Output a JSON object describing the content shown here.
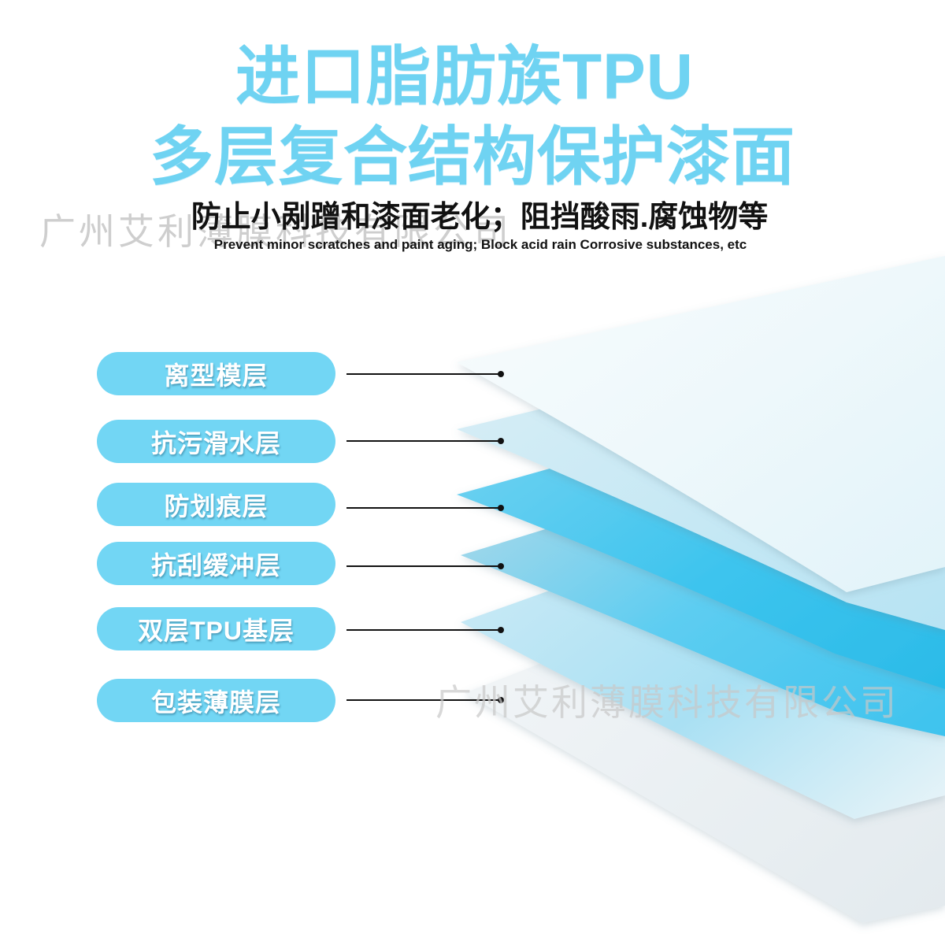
{
  "title": {
    "line1": "进口脂肪族TPU",
    "line2": "多层复合结构保护漆面"
  },
  "subtitle": {
    "cn": "防止小剐蹭和漆面老化；阻挡酸雨.腐蚀物等",
    "en": "Prevent minor scratches and paint aging; Block acid rain Corrosive substances, etc"
  },
  "watermark": "广州艾利薄膜科技有限公司",
  "layers": [
    {
      "label": "离型模层"
    },
    {
      "label": "抗污滑水层"
    },
    {
      "label": "防划痕层"
    },
    {
      "label": "抗刮缓冲层"
    },
    {
      "label": "双层TPU基层"
    },
    {
      "label": "包装薄膜层"
    }
  ],
  "colors": {
    "title": "#6fd3f2",
    "pill": "#72d6f4",
    "pill_text": "#ffffff",
    "leader": "#111111",
    "film_blue": "#2bbbe8"
  }
}
